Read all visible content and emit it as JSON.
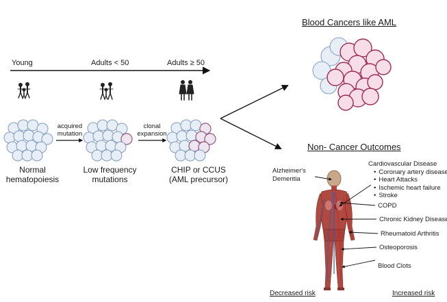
{
  "timeline": {
    "labels": [
      "Young",
      "Adults < 50",
      "Adults ≥ 50"
    ]
  },
  "stages": [
    {
      "line1": "Normal",
      "line2": "hematopoiesis"
    },
    {
      "line1": "Low frequency",
      "line2": "mutations"
    },
    {
      "line1": "CHIP or CCUS",
      "line2": "(AML precursor)"
    }
  ],
  "transitions": [
    {
      "line1": "acquired",
      "line2": "mutation"
    },
    {
      "line1": "clonal",
      "line2": "expansion"
    }
  ],
  "cancer": {
    "heading": "Blood Cancers like AML"
  },
  "non_cancer": {
    "heading": "Non- Cancer  Outcomes",
    "alzheimers_line1": "Alzheimer's",
    "alzheimers_line2": "Dementia",
    "cardio": {
      "title": "Cardiovascular Disease",
      "items": [
        "Coronary artery disease",
        "Heart Attacks",
        "Ischemic heart failure",
        "Stroke"
      ]
    },
    "outcomes": [
      "COPD",
      "Chronic Kidney Disease",
      "Rheumatoid Arthritis",
      "Osteoporosis",
      "Blood Clots"
    ]
  },
  "risk": {
    "decreased": "Decreased risk",
    "increased": "Increased risk"
  },
  "colors": {
    "normal_cell_fill": "#e8eef6",
    "normal_cell_stroke": "#7f9bbd",
    "mutant_cell_fill": "#f6dde7",
    "mutant_cell_stroke": "#a02a56",
    "arrow": "#111111",
    "muscle": "#b0493f"
  }
}
